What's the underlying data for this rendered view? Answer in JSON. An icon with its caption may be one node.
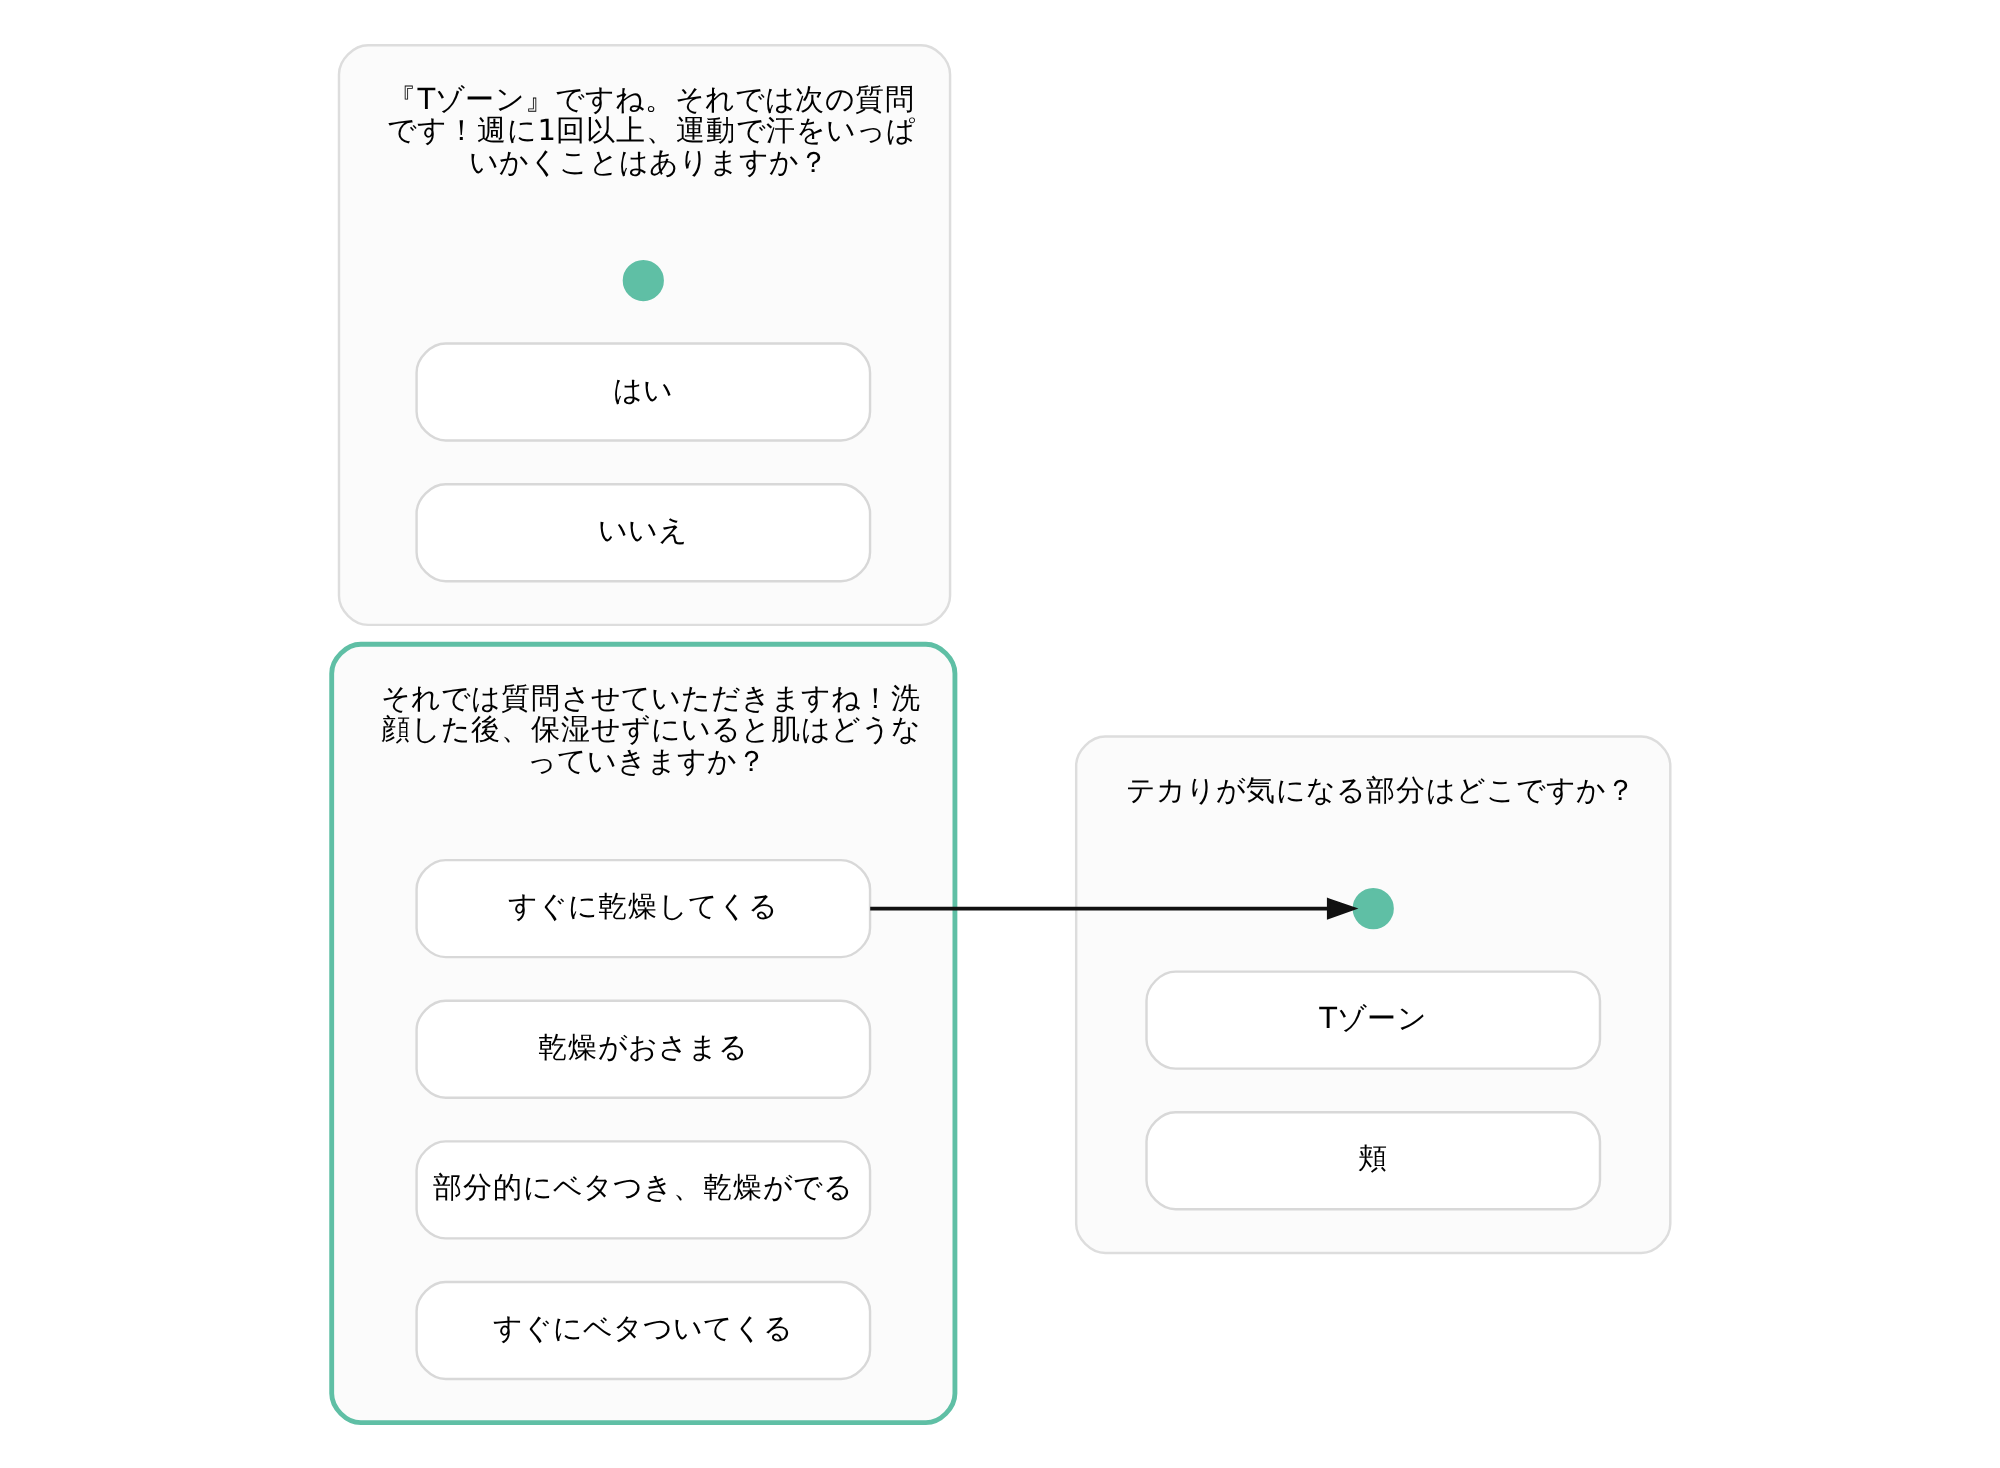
{
  "diagram": {
    "nodes": [
      {
        "text": [
          "それでは質問させていただきますね！洗顔した後、保湿せずにいると肌はどうなっていきますか？"
        ]
      },
      {
        "text": [
          "すぐに乾燥してくる"
        ],
        "in": 0
      },
      {
        "text": [
          "乾燥がおさまる"
        ],
        "in": 0
      },
      {
        "text": [
          "部分的にベタつき、乾燥がでる"
        ],
        "in": 0
      },
      {
        "text": [
          "すぐにベタついてくる"
        ],
        "in": 0
      },
      {
        "text": [
          "テカりが気になる部分はどこですか？"
        ]
      },
      {
        "text": [],
        "shape": "circle",
        "in": 5
      },
      {
        "text": [
          "Tゾーン"
        ],
        "in": 5
      },
      {
        "text": [
          "頬"
        ],
        "in": 5
      },
      {
        "text": [
          "『Tゾーン』ですね。それでは次の質問です！週に1回以上、運動で汗をいっぱいかくことはありますか？"
        ]
      },
      {
        "text": [],
        "shape": "circle",
        "in": 9
      },
      {
        "text": [
          "はい"
        ],
        "in": 9
      },
      {
        "text": [
          "いいえ"
        ],
        "in": 9
      }
    ],
    "edges": [
      {
        "from": 1,
        "to": 6,
        "arrow": "to"
      }
    ]
  }
}
